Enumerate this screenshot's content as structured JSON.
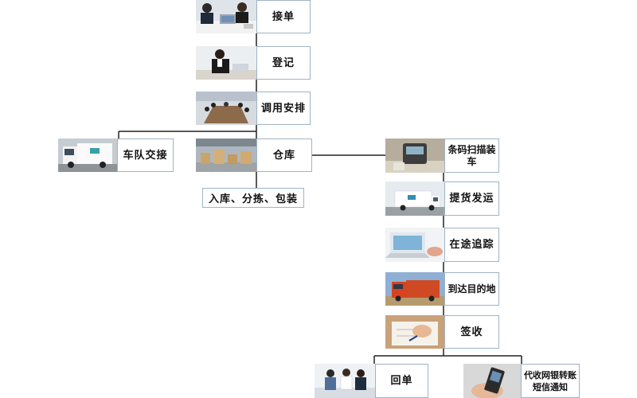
{
  "steps": {
    "receive": "接单",
    "register": "登记",
    "dispatch": "调用安排",
    "fleet": "车队交接",
    "warehouse": "仓库",
    "inbound": "入库、分拣、包装",
    "scan": "条码扫描装车",
    "pickup": "提货发运",
    "tracking": "在途追踪",
    "arrive": "到达目的地",
    "sign": "签收",
    "receipt": "回单",
    "notify_line1": "代收网银转账",
    "notify_line2": "短信通知"
  },
  "colors": {
    "line": "#222222",
    "border": "#9fb3c6"
  }
}
